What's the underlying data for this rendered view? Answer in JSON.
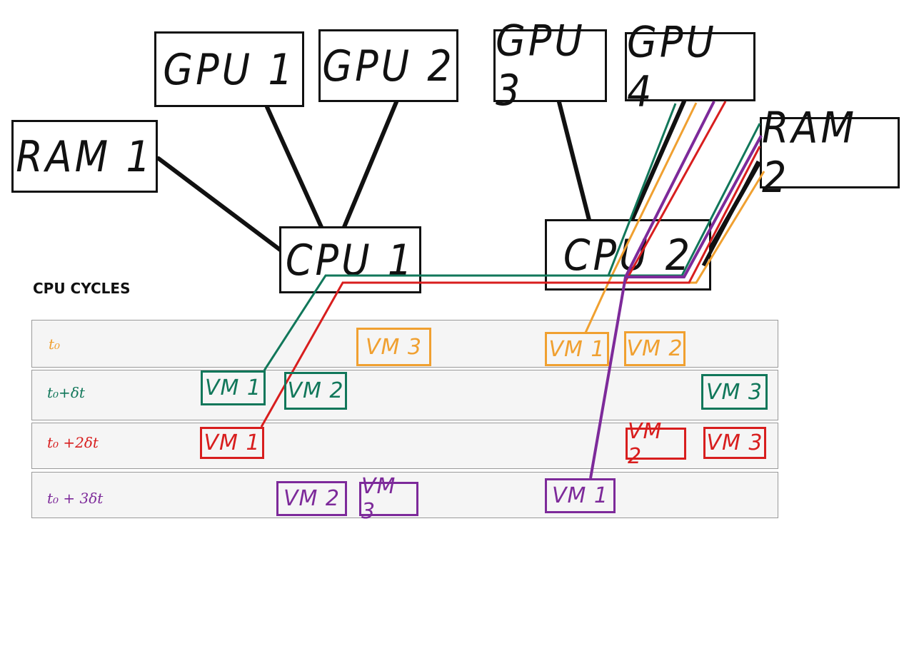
{
  "components": {
    "gpu1": "GPU 1",
    "gpu2": "GPU 2",
    "gpu3": "GPU 3",
    "gpu4": "GPU 4",
    "ram1": "RAM 1",
    "ram2": "RAM 2",
    "cpu1": "CPU 1",
    "cpu2": "CPU 2"
  },
  "cycles": {
    "title": "CPU CYCLES",
    "lanes": [
      {
        "label": "t₀",
        "color": "#F0A030",
        "vms": [
          "VM 3",
          "VM 1",
          "VM 2"
        ]
      },
      {
        "label": "t₀+δt",
        "color": "#11775A",
        "vms": [
          "VM 1",
          "VM 2",
          "VM 3"
        ]
      },
      {
        "label": "t₀ +2δt",
        "color": "#D81E1E",
        "vms": [
          "VM 1",
          "VM 2",
          "VM 3"
        ]
      },
      {
        "label": "t₀ + 3δt",
        "color": "#7D2A9A",
        "vms": [
          "VM 2",
          "VM 3",
          "VM 1"
        ]
      }
    ]
  },
  "colors": {
    "ink": "#111111",
    "orange": "#F0A030",
    "green": "#11775A",
    "red": "#D81E1E",
    "purple": "#7D2A9A",
    "lane_border": "#9A9A9A"
  }
}
